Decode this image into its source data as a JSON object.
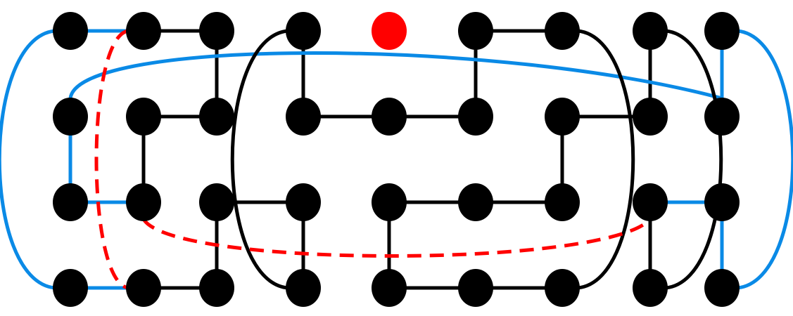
{
  "diagram": {
    "colors": {
      "background": "#ffffff",
      "node": "#000000",
      "highlight_node": "#ff0000",
      "black_edge": "#000000",
      "blue_edge": "#0a8ae6",
      "dashed_edge": "#ff0000"
    },
    "nodes": [
      {
        "id": "n1",
        "col": 0,
        "row": 0
      },
      {
        "id": "n2",
        "col": 1,
        "row": 0
      },
      {
        "id": "n3",
        "col": 2,
        "row": 0
      },
      {
        "id": "n4",
        "col": 3,
        "row": 0
      },
      {
        "id": "n5",
        "col": 4,
        "row": 0,
        "highlight": true
      },
      {
        "id": "n6",
        "col": 5,
        "row": 0
      },
      {
        "id": "n7",
        "col": 6,
        "row": 0
      },
      {
        "id": "n8",
        "col": 7,
        "row": 0
      },
      {
        "id": "n9",
        "col": 8,
        "row": 0
      },
      {
        "id": "n10",
        "col": 0,
        "row": 1
      },
      {
        "id": "n11",
        "col": 1,
        "row": 1
      },
      {
        "id": "n12",
        "col": 2,
        "row": 1
      },
      {
        "id": "n13",
        "col": 3,
        "row": 1
      },
      {
        "id": "n14",
        "col": 4,
        "row": 1
      },
      {
        "id": "n15",
        "col": 5,
        "row": 1
      },
      {
        "id": "n16",
        "col": 6,
        "row": 1
      },
      {
        "id": "n17",
        "col": 7,
        "row": 1
      },
      {
        "id": "n18",
        "col": 8,
        "row": 1
      },
      {
        "id": "n19",
        "col": 0,
        "row": 2
      },
      {
        "id": "n20",
        "col": 1,
        "row": 2
      },
      {
        "id": "n21",
        "col": 2,
        "row": 2
      },
      {
        "id": "n22",
        "col": 3,
        "row": 2
      },
      {
        "id": "n23",
        "col": 4,
        "row": 2
      },
      {
        "id": "n24",
        "col": 5,
        "row": 2
      },
      {
        "id": "n25",
        "col": 6,
        "row": 2
      },
      {
        "id": "n26",
        "col": 7,
        "row": 2
      },
      {
        "id": "n27",
        "col": 8,
        "row": 2
      },
      {
        "id": "n28",
        "col": 0,
        "row": 3
      },
      {
        "id": "n29",
        "col": 1,
        "row": 3
      },
      {
        "id": "n30",
        "col": 2,
        "row": 3
      },
      {
        "id": "n31",
        "col": 3,
        "row": 3
      },
      {
        "id": "n32",
        "col": 4,
        "row": 3
      },
      {
        "id": "n33",
        "col": 5,
        "row": 3
      },
      {
        "id": "n34",
        "col": 6,
        "row": 3
      },
      {
        "id": "n35",
        "col": 7,
        "row": 3
      },
      {
        "id": "n36",
        "col": 8,
        "row": 3
      }
    ],
    "edges": [
      {
        "from": "n1",
        "to": "n2",
        "style": "blue"
      },
      {
        "from": "n2",
        "to": "n3",
        "style": "black"
      },
      {
        "from": "n3",
        "to": "n12",
        "style": "black"
      },
      {
        "from": "n4",
        "to": "n13",
        "style": "black"
      },
      {
        "from": "n6",
        "to": "n7",
        "style": "black"
      },
      {
        "from": "n6",
        "to": "n15",
        "style": "black"
      },
      {
        "from": "n8",
        "to": "n17",
        "style": "black"
      },
      {
        "from": "n9",
        "to": "n18",
        "style": "blue"
      },
      {
        "from": "n10",
        "to": "n19",
        "style": "blue"
      },
      {
        "from": "n11",
        "to": "n12",
        "style": "black"
      },
      {
        "from": "n11",
        "to": "n20",
        "style": "black"
      },
      {
        "from": "n13",
        "to": "n14",
        "style": "black"
      },
      {
        "from": "n14",
        "to": "n15",
        "style": "black"
      },
      {
        "from": "n16",
        "to": "n17",
        "style": "black"
      },
      {
        "from": "n16",
        "to": "n25",
        "style": "black"
      },
      {
        "from": "n19",
        "to": "n20",
        "style": "blue"
      },
      {
        "from": "n21",
        "to": "n22",
        "style": "black"
      },
      {
        "from": "n21",
        "to": "n30",
        "style": "black"
      },
      {
        "from": "n22",
        "to": "n31",
        "style": "black"
      },
      {
        "from": "n23",
        "to": "n24",
        "style": "black"
      },
      {
        "from": "n23",
        "to": "n32",
        "style": "black"
      },
      {
        "from": "n24",
        "to": "n25",
        "style": "black"
      },
      {
        "from": "n26",
        "to": "n27",
        "style": "blue"
      },
      {
        "from": "n26",
        "to": "n35",
        "style": "black"
      },
      {
        "from": "n27",
        "to": "n36",
        "style": "blue"
      },
      {
        "from": "n28",
        "to": "n29",
        "style": "blue"
      },
      {
        "from": "n29",
        "to": "n30",
        "style": "black"
      },
      {
        "from": "n32",
        "to": "n33",
        "style": "black"
      },
      {
        "from": "n33",
        "to": "n34",
        "style": "black"
      },
      {
        "from": "n1",
        "to": "n28",
        "style": "blue",
        "curve": "left"
      },
      {
        "from": "n9",
        "to": "n36",
        "style": "blue",
        "curve": "right"
      },
      {
        "from": "n10",
        "to": "n18",
        "style": "blue",
        "curve": "top"
      },
      {
        "from": "n4",
        "to": "n31",
        "style": "black",
        "curve": "left"
      },
      {
        "from": "n7",
        "to": "n34",
        "style": "black",
        "curve": "right"
      },
      {
        "from": "n8",
        "to": "n35",
        "style": "black",
        "curve": "right"
      },
      {
        "from": "n2",
        "to": "n29",
        "style": "dashed",
        "curve": "left"
      },
      {
        "from": "n20",
        "to": "n26",
        "style": "dashed",
        "curve": "bottom"
      }
    ]
  }
}
